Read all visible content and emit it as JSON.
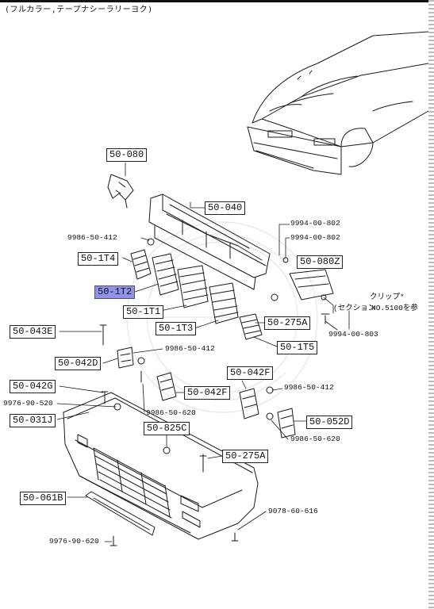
{
  "header": {
    "title": "(フルカラー,テープナシーラリーヨク)"
  },
  "labels": {
    "l_50080": "50-080",
    "l_50040": "50-040",
    "l_50080z": "50-080Z",
    "l_501t4": "50-1T4",
    "l_501t2": "50-1T2",
    "l_501t1": "50-1T1",
    "l_501t3": "50-1T3",
    "l_50275a_r": "50-275A",
    "l_501t5": "50-1T5",
    "l_50043e": "50-043E",
    "l_50042d": "50-042D",
    "l_50042f_top": "50-042F",
    "l_50042f_mid": "50-042F",
    "l_50042g": "50-042G",
    "l_50031j": "50-031J",
    "l_50825c": "50-825C",
    "l_50052d": "50-052D",
    "l_50275a_b": "50-275A",
    "l_50061b": "50-061B"
  },
  "part_numbers": {
    "p_9994_802a": "9994-00-802",
    "p_9994_802b": "9994-00-802",
    "p_9986_412a": "9986-50-412",
    "p_9994_803": "9994-00-803",
    "p_9986_412b": "9986-50-412",
    "p_9986_412c": "9986-50-412",
    "p_9976_520": "9976-90-520",
    "p_9986_620a": "9986-50-620",
    "p_9986_620b": "9986-50-620",
    "p_9078_616": "9078-60-616",
    "p_9976_620": "9976-90-620"
  },
  "notes": {
    "clip_kana": "クリップ*",
    "section_ref": "(セクション",
    "section_no": "NO.5100を参"
  },
  "highlight": {
    "part": "50-1T2",
    "color": "#8f93ea"
  }
}
